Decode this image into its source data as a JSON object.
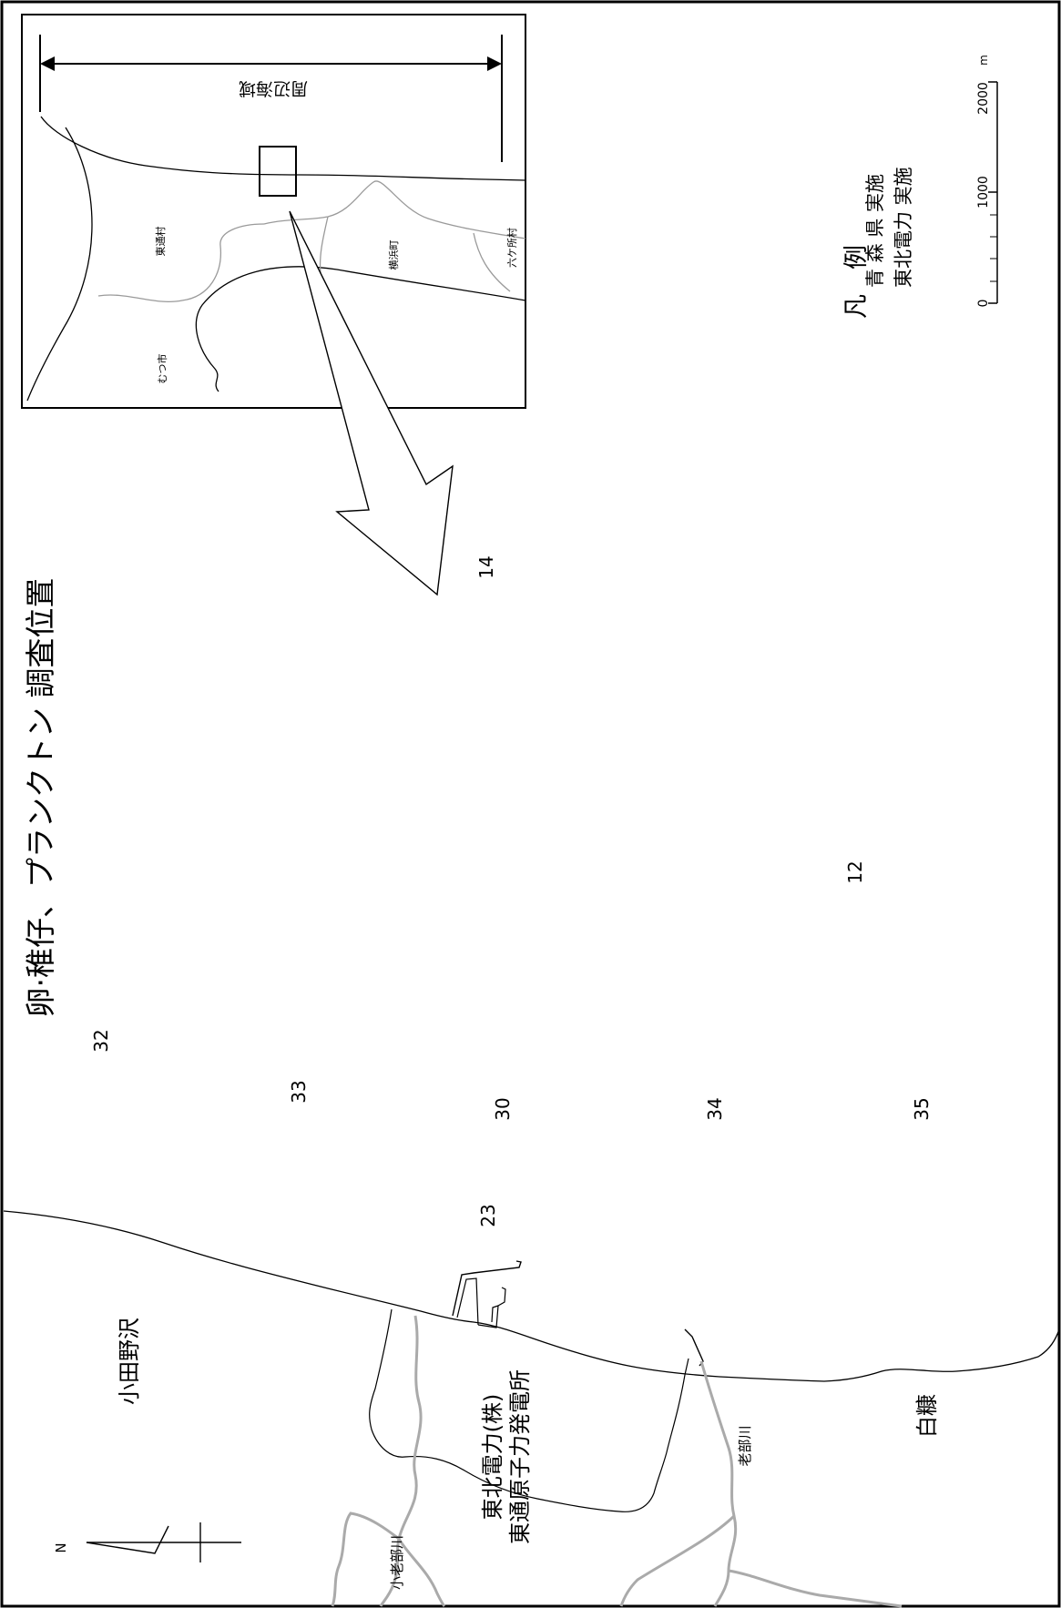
{
  "map": {
    "title": "卵·稚仔、プランクトン 調査位置",
    "inset": {
      "scale_bar_label": "周辺海域",
      "places": [
        "東通村",
        "むつ市",
        "横浜町",
        "六ケ所村"
      ]
    },
    "legend": {
      "heading": "凡　例",
      "entries": [
        "青 森 県 実施",
        "東北電力 実施"
      ]
    },
    "scale": {
      "ticks": [
        "0",
        "1000",
        "2000"
      ],
      "unit": "m"
    },
    "north_label": "N",
    "stations": [
      "14",
      "12",
      "32",
      "33",
      "30",
      "34",
      "35",
      "23"
    ],
    "place_labels": {
      "odanosawa": "小田野沢",
      "plant_line1": "東北電力(株)",
      "plant_line2": "東通原子力発電所",
      "shiranuka": "白糠",
      "oibe_river": "老部川",
      "kooibe_river": "小老部川"
    }
  }
}
